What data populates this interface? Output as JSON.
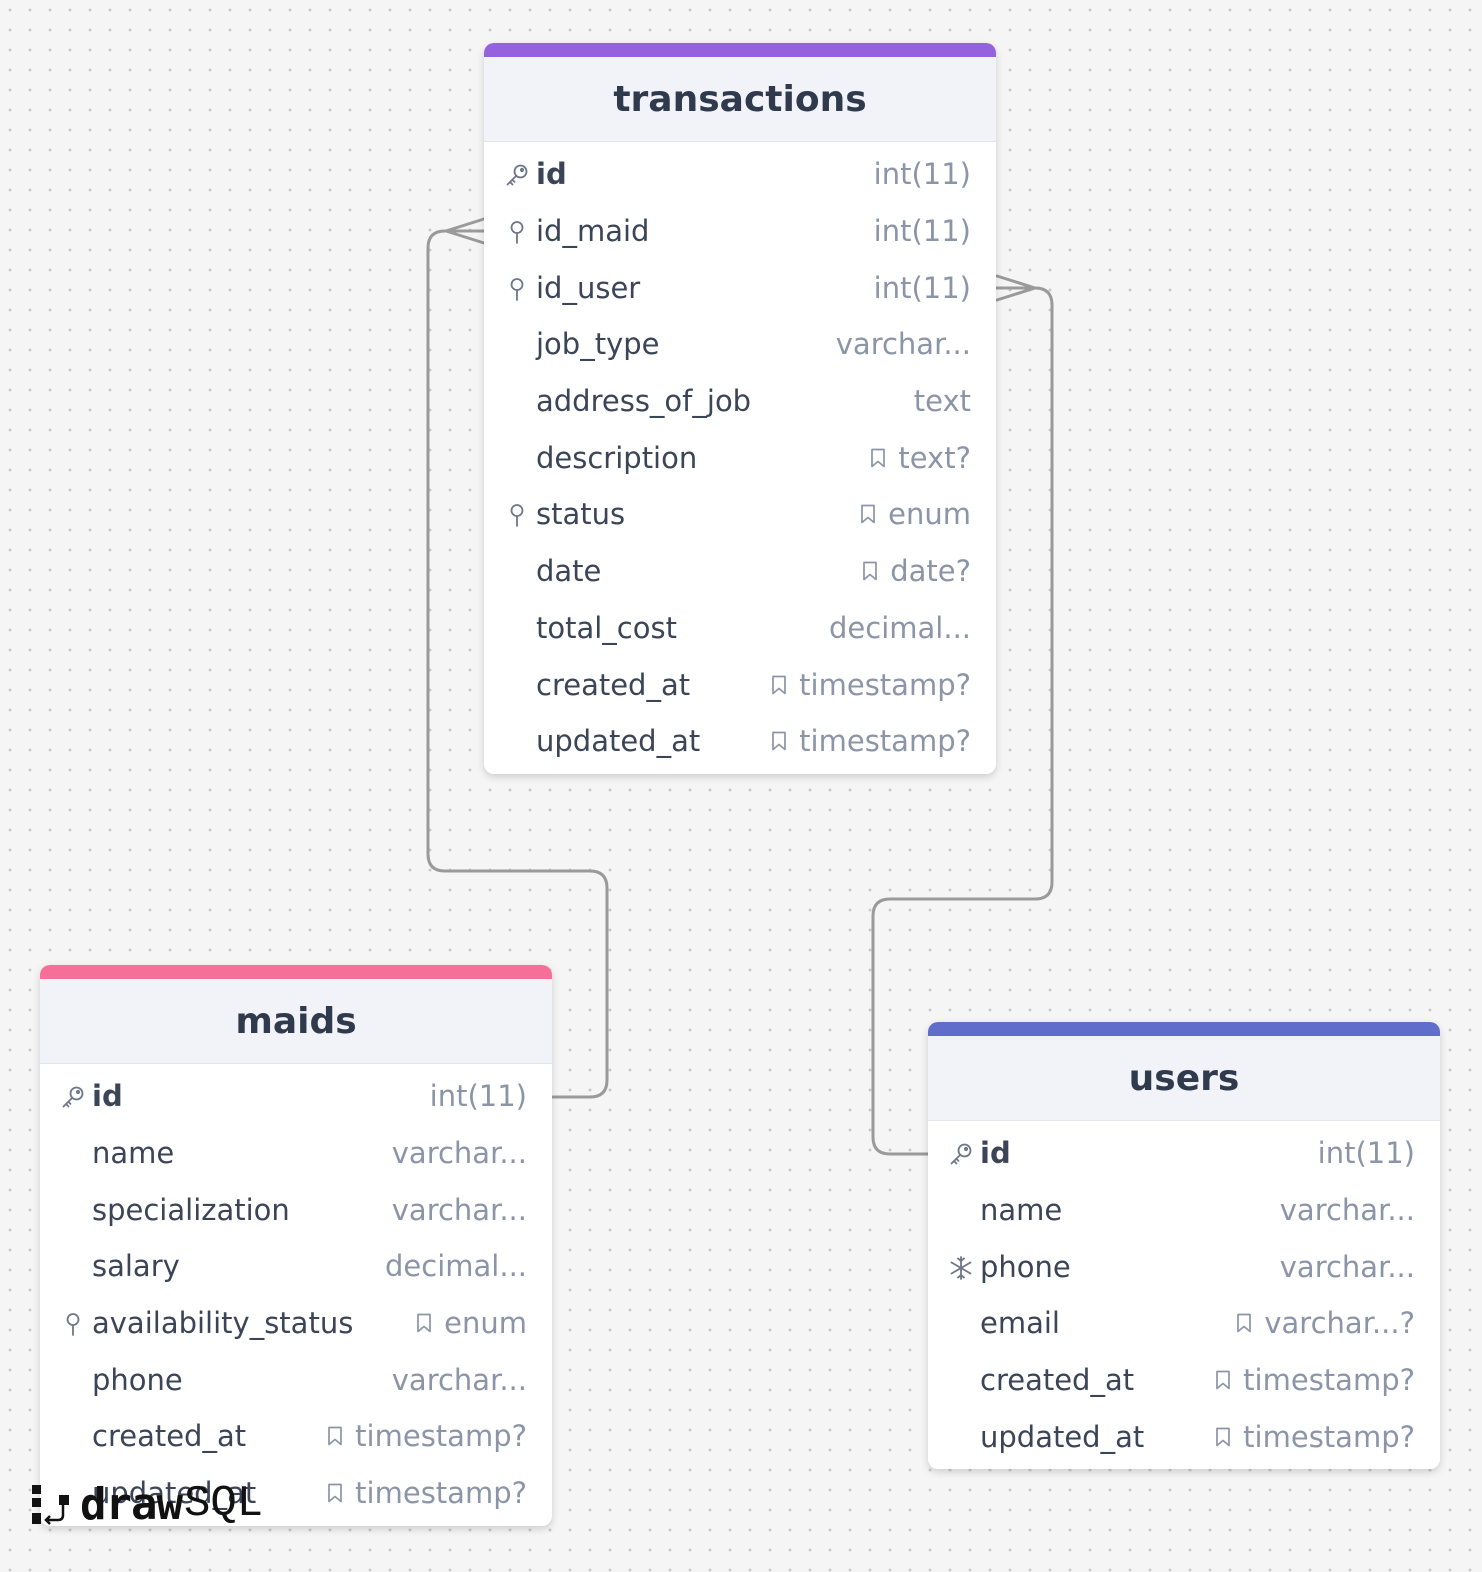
{
  "tables": [
    {
      "name": "transactions",
      "accent": "#9461df",
      "fields": [
        {
          "name": "id",
          "type": "int(11)",
          "icon": "primary-key",
          "nullable": false
        },
        {
          "name": "id_maid",
          "type": "int(11)",
          "icon": "index",
          "nullable": false
        },
        {
          "name": "id_user",
          "type": "int(11)",
          "icon": "index",
          "nullable": false
        },
        {
          "name": "job_type",
          "type": "varchar...",
          "icon": "",
          "nullable": false
        },
        {
          "name": "address_of_job",
          "type": "text",
          "icon": "",
          "nullable": false
        },
        {
          "name": "description",
          "type": "text?",
          "icon": "",
          "nullable": true
        },
        {
          "name": "status",
          "type": "enum",
          "icon": "index",
          "nullable": true
        },
        {
          "name": "date",
          "type": "date?",
          "icon": "",
          "nullable": true
        },
        {
          "name": "total_cost",
          "type": "decimal...",
          "icon": "",
          "nullable": false
        },
        {
          "name": "created_at",
          "type": "timestamp?",
          "icon": "",
          "nullable": true
        },
        {
          "name": "updated_at",
          "type": "timestamp?",
          "icon": "",
          "nullable": true
        }
      ]
    },
    {
      "name": "maids",
      "accent": "#f56f99",
      "fields": [
        {
          "name": "id",
          "type": "int(11)",
          "icon": "primary-key",
          "nullable": false
        },
        {
          "name": "name",
          "type": "varchar...",
          "icon": "",
          "nullable": false
        },
        {
          "name": "specialization",
          "type": "varchar...",
          "icon": "",
          "nullable": false
        },
        {
          "name": "salary",
          "type": "decimal...",
          "icon": "",
          "nullable": false
        },
        {
          "name": "availability_status",
          "type": "enum",
          "icon": "index",
          "nullable": true
        },
        {
          "name": "phone",
          "type": "varchar...",
          "icon": "",
          "nullable": false
        },
        {
          "name": "created_at",
          "type": "timestamp?",
          "icon": "",
          "nullable": true
        },
        {
          "name": "updated_at",
          "type": "timestamp?",
          "icon": "",
          "nullable": true
        }
      ]
    },
    {
      "name": "users",
      "accent": "#5f6dcb",
      "fields": [
        {
          "name": "id",
          "type": "int(11)",
          "icon": "primary-key",
          "nullable": false
        },
        {
          "name": "name",
          "type": "varchar...",
          "icon": "",
          "nullable": false
        },
        {
          "name": "phone",
          "type": "varchar...",
          "icon": "unique",
          "nullable": false
        },
        {
          "name": "email",
          "type": "varchar...?",
          "icon": "",
          "nullable": true
        },
        {
          "name": "created_at",
          "type": "timestamp?",
          "icon": "",
          "nullable": true
        },
        {
          "name": "updated_at",
          "type": "timestamp?",
          "icon": "",
          "nullable": true
        }
      ]
    }
  ],
  "relations": [
    {
      "from": "maids.id",
      "to": "transactions.id_maid",
      "cardinality": "one-to-many"
    },
    {
      "from": "users.id",
      "to": "transactions.id_user",
      "cardinality": "one-to-many"
    }
  ],
  "logo": {
    "bold": "draw",
    "light": "SQL"
  }
}
